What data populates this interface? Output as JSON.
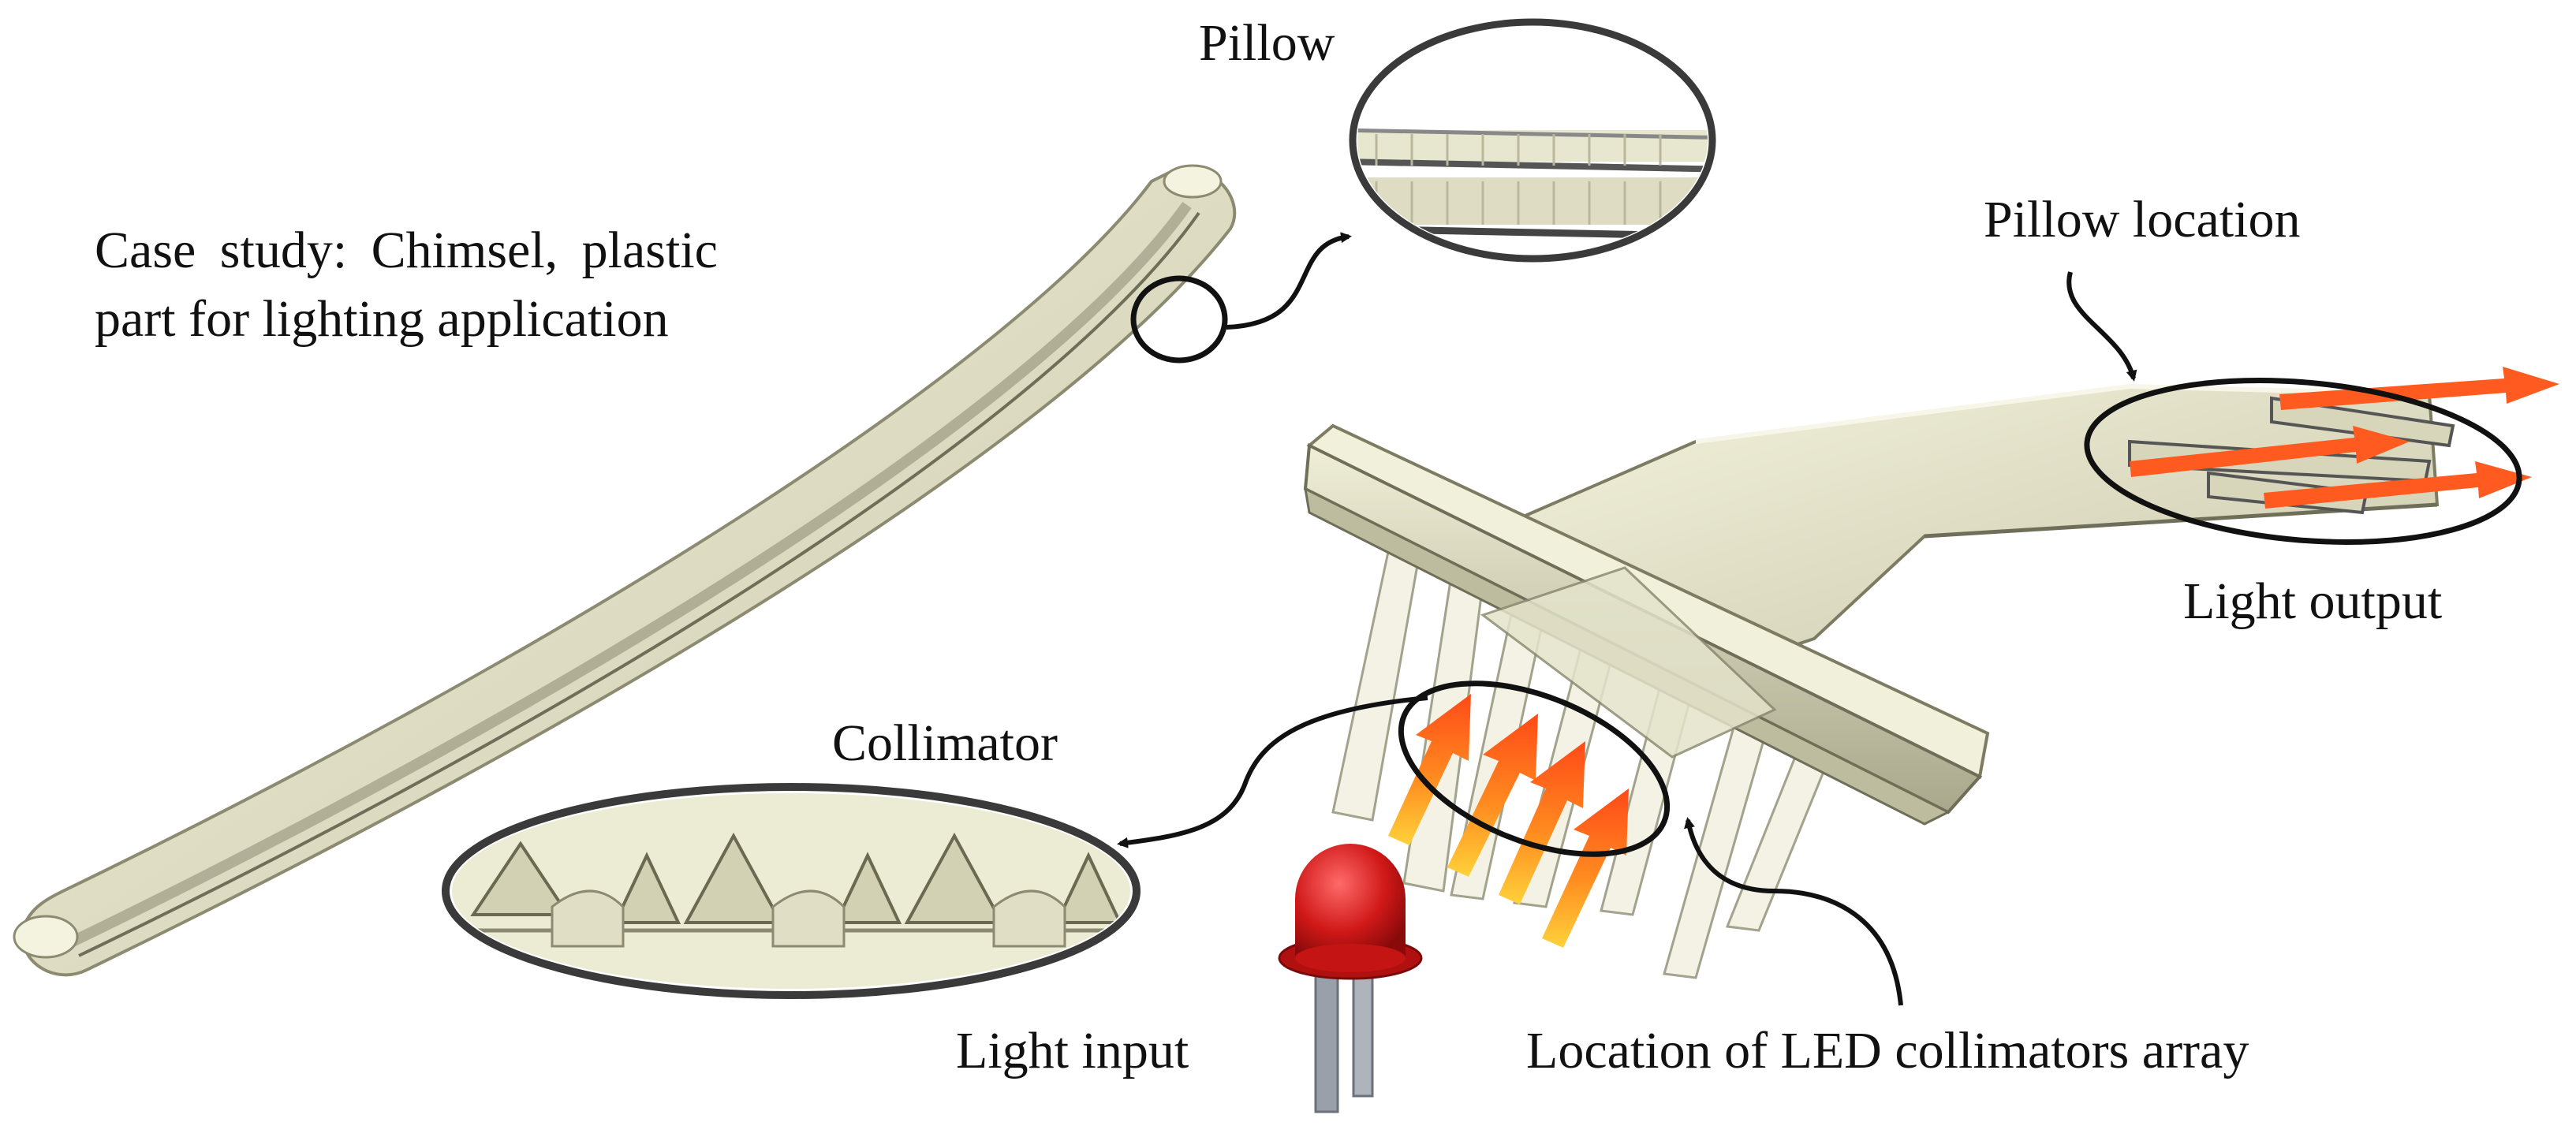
{
  "labels": {
    "case_study_line1": "Case study: Chimsel, plastic",
    "case_study_line2": "part for lighting application",
    "pillow": "Pillow",
    "pillow_location": "Pillow location",
    "light_output": "Light output",
    "collimator": "Collimator",
    "light_input": "Light input",
    "led_array_location": "Location of LED collimators array"
  },
  "colors": {
    "part_body": "#e9e8cf",
    "part_shadow": "#b8b79a",
    "part_dark": "#8c8b72",
    "outline": "#111111",
    "light_arrow": "#ff5a1f",
    "light_arrow_tail": "#ffd23a",
    "led_red": "#d01818",
    "led_leg": "#9aa0aa"
  }
}
